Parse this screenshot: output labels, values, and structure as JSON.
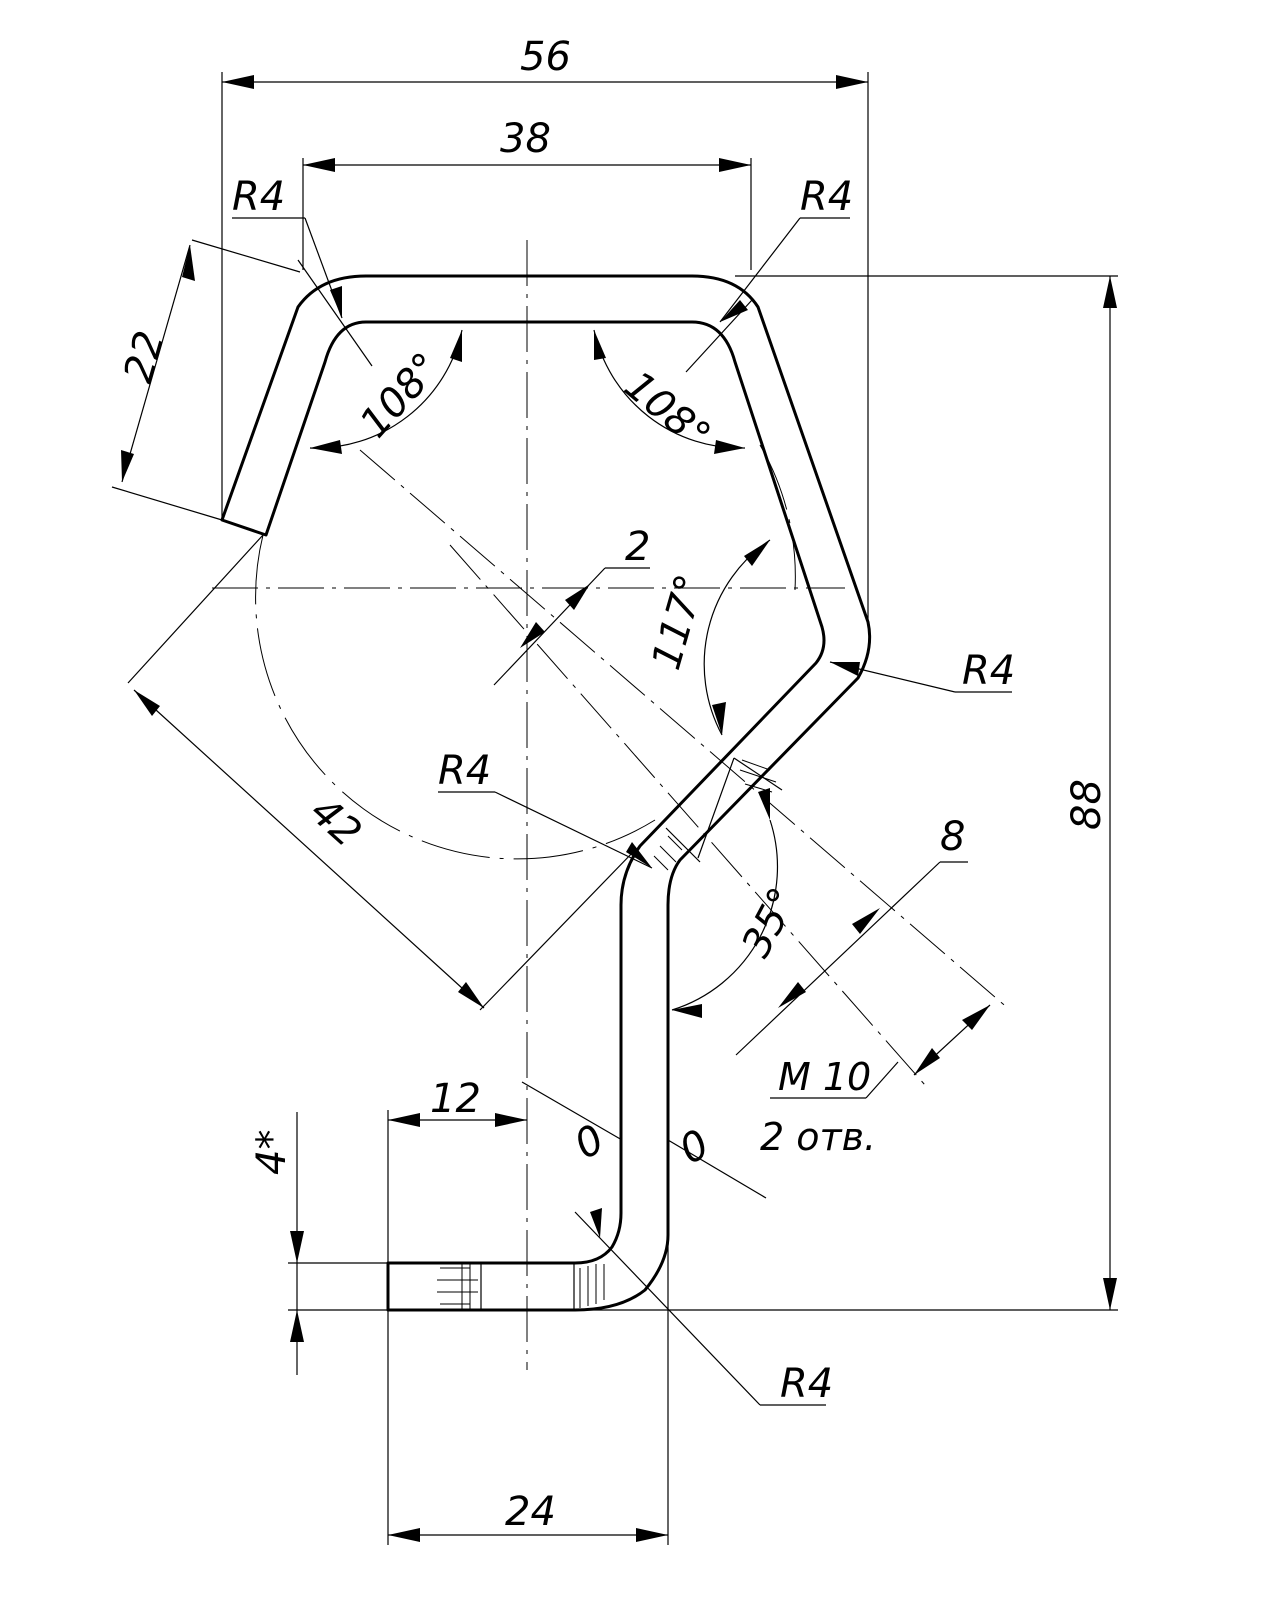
{
  "dimensions": {
    "overall_width": "56",
    "inner_width": "38",
    "flange_length": "22",
    "height": "88",
    "diagonal_span": "42",
    "offset_small": "2",
    "thread_spacing": "8",
    "foot_offset": "12",
    "foot_width": "24",
    "thickness": "4*"
  },
  "radii": {
    "top_left": "R4",
    "top_right": "R4",
    "right_bend": "R4",
    "middle_bend": "R4",
    "bottom_bend": "R4"
  },
  "angles": {
    "top_left": "108°",
    "top_right": "108°",
    "right_bend": "117°",
    "lower_bend": "35°",
    "zero_left": "0",
    "zero_right": "0"
  },
  "callout": {
    "thread": "M 10",
    "holes": "2 отв."
  }
}
